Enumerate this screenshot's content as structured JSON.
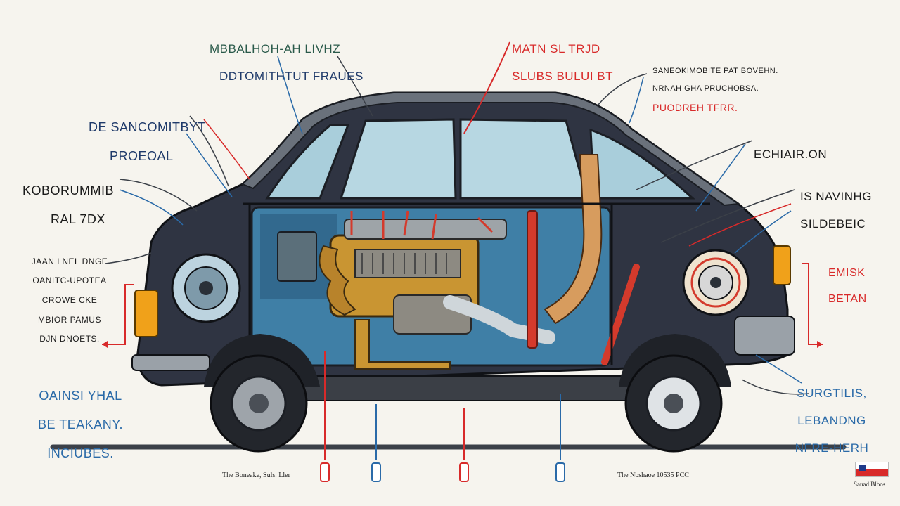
{
  "colors": {
    "background": "#f6f4ee",
    "body_dark": "#2f3442",
    "roof": "#5f6670",
    "glass": "#a9cedb",
    "engine_blue": "#3f7fa6",
    "brass": "#c99532",
    "red_pipe": "#d43a2c",
    "label_green": "#2a5a4a",
    "label_red": "#d82a2a",
    "label_blue": "#2a6aa8",
    "label_navy": "#1f3a6a",
    "label_dark": "#1a1a1a"
  },
  "labels": {
    "top_left": [
      "MBBALHOH-AH LIVHZ",
      "DDTOMITHTUT FRAUES"
    ],
    "top_center": [
      "MATN SL TRJD",
      "SLUBS BULUI BT"
    ],
    "top_right": [
      "SANEOKIMOBITE PAT BOVEHN.",
      "NRNAH GHA PRUCHOBSA.",
      "PUODREH TFRR."
    ],
    "upper_left": [
      "DE SANCOMITBYT",
      "PROEOAL"
    ],
    "mid_left": [
      "KOBORUMMIB",
      "RAL 7DX"
    ],
    "right_1": [
      "ECHIAIR.ON"
    ],
    "right_2": [
      "IS NAVINHG",
      "SILDEBEIC"
    ],
    "left_small": [
      "JAAN LNEL DNGE",
      "OANITC-UPOTEA",
      "CROWE CKE",
      "MBIOR PAMUS",
      "DJN DNOETS."
    ],
    "right_red": [
      "EMISK",
      "BETAN"
    ],
    "bottom_left": [
      "OAINSI YHAL",
      "BE TEAKANY.",
      "INCIUBES."
    ],
    "bottom_right": [
      "SURGTILIS,",
      "LEBANDNG",
      "NFRE-HERH"
    ]
  },
  "footer": {
    "left": "The Boneake, Suls. Ller",
    "right": "The Nbshaoe 10535 PCC",
    "badge": "Sauad Blbos"
  },
  "flag": {
    "top": "#ffffff",
    "bottom": "#d82a2a",
    "emblem": "#1f3a8a"
  }
}
